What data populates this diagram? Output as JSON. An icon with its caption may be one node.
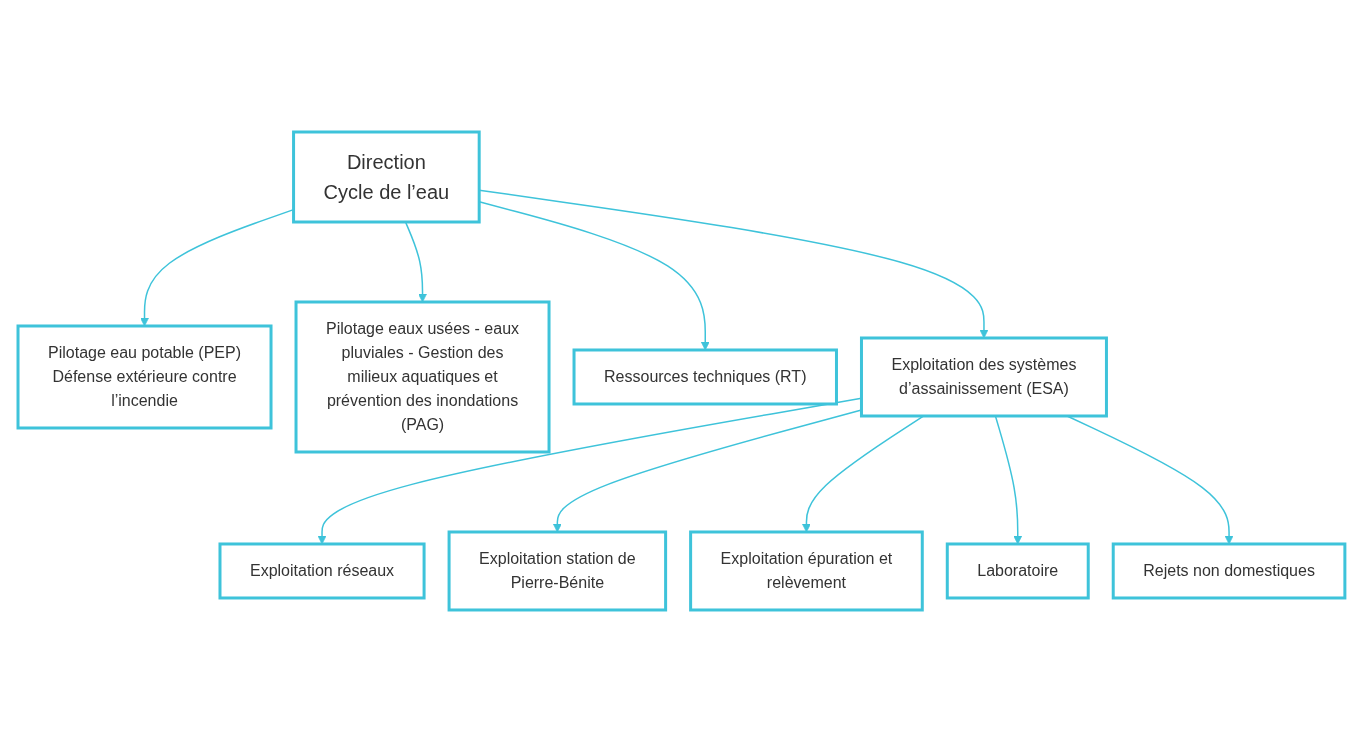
{
  "diagram": {
    "nodes": [
      {
        "text": [
          "Direction",
          "Cycle de l’eau"
        ]
      },
      {
        "text": [
          "Pilotage eau potable (PEP) Défense extérieure contre l’incendie"
        ]
      },
      {
        "text": [
          "Pilotage eaux usées - eaux pluviales - Gestion des milieux aquatiques et prévention des inondations (PAG)"
        ]
      },
      {
        "text": [
          "Ressources techniques (RT)"
        ]
      },
      {
        "text": [
          "Exploitation des systèmes d’assainissement (ESA)"
        ]
      },
      {
        "text": [
          "Exploitation réseaux"
        ]
      },
      {
        "text": [
          "Exploitation station de Pierre-Bénite"
        ]
      },
      {
        "text": [
          "Exploitation épuration et relèvement"
        ]
      },
      {
        "text": [
          "Laboratoire"
        ]
      },
      {
        "text": [
          "Rejets non domestiques"
        ]
      }
    ],
    "edges": [
      {
        "from": 0,
        "to": 1,
        "arrow": "to"
      },
      {
        "from": 0,
        "to": 2,
        "arrow": "to"
      },
      {
        "from": 0,
        "to": 3,
        "arrow": "to"
      },
      {
        "from": 0,
        "to": 4,
        "arrow": "to"
      },
      {
        "from": 4,
        "to": 5,
        "arrow": "to"
      },
      {
        "from": 4,
        "to": 6,
        "arrow": "to"
      },
      {
        "from": 4,
        "to": 7,
        "arrow": "to"
      },
      {
        "from": 4,
        "to": 8,
        "arrow": "to"
      },
      {
        "from": 4,
        "to": 9,
        "arrow": "to"
      }
    ]
  }
}
